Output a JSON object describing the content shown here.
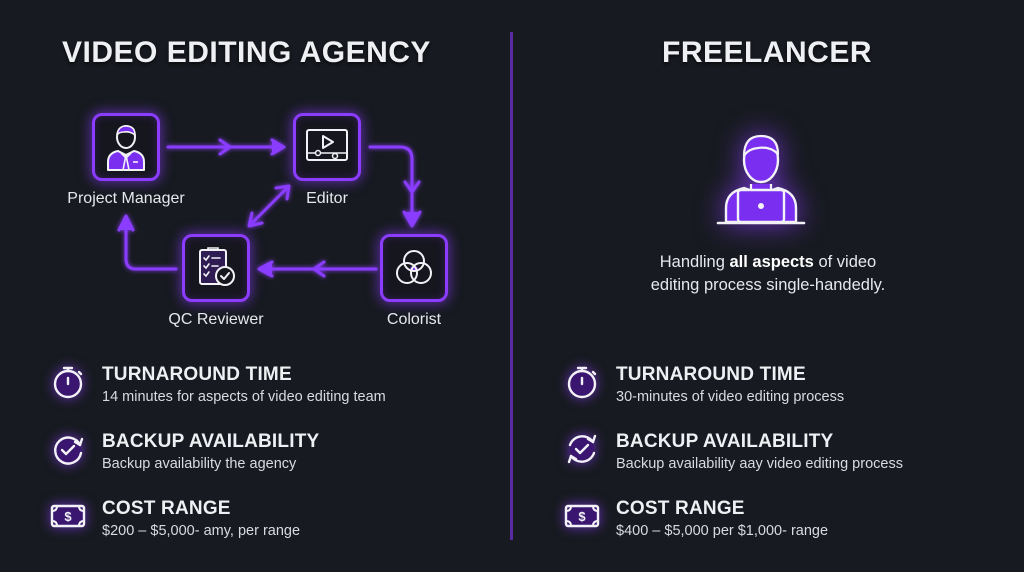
{
  "agency": {
    "title": "VIDEO EDITING AGENCY",
    "workflow": {
      "nodes": [
        {
          "id": "project-manager",
          "label": "Project Manager",
          "icon": "manager-icon"
        },
        {
          "id": "editor",
          "label": "Editor",
          "icon": "video-player-icon"
        },
        {
          "id": "colorist",
          "label": "Colorist",
          "icon": "color-circles-icon"
        },
        {
          "id": "qc-reviewer",
          "label": "QC Reviewer",
          "icon": "checklist-icon"
        }
      ],
      "edges": [
        {
          "from": "project-manager",
          "to": "editor"
        },
        {
          "from": "editor",
          "to": "colorist"
        },
        {
          "from": "colorist",
          "to": "qc-reviewer"
        },
        {
          "from": "qc-reviewer",
          "to": "project-manager"
        },
        {
          "from": "qc-reviewer",
          "to": "editor",
          "bidirectional": true
        }
      ]
    },
    "features": [
      {
        "icon": "stopwatch-icon",
        "title": "TURNAROUND TIME",
        "desc": "14 minutes for aspects of video editing team"
      },
      {
        "icon": "refresh-check-icon",
        "title": "BACKUP AVAILABILITY",
        "desc": "Backup availability the agency"
      },
      {
        "icon": "banknote-icon",
        "title": "COST RANGE",
        "desc": "$200 – $5,000- amy, per range"
      }
    ]
  },
  "freelancer": {
    "title": "FREELANCER",
    "icon": "person-laptop-icon",
    "caption": {
      "before": "Handling ",
      "bold": "all aspects",
      "after": " of video",
      "line2": "editing process single-handedly."
    },
    "features": [
      {
        "icon": "stopwatch-icon",
        "title": "TURNAROUND TIME",
        "desc": "30-minutes  of video editing process"
      },
      {
        "icon": "refresh-check-icon",
        "title": "BACKUP AVAILABILITY",
        "desc": "Backup availability aay video editing process"
      },
      {
        "icon": "banknote-icon",
        "title": "COST RANGE",
        "desc": "$400 – $5,000 per $1,000- range"
      }
    ]
  },
  "colors": {
    "background": "#171a20",
    "accent": "#8b3cff",
    "accent_fill": "#7a2ff0",
    "divider": "#5a2aa0",
    "text": "#e6e8ec"
  }
}
